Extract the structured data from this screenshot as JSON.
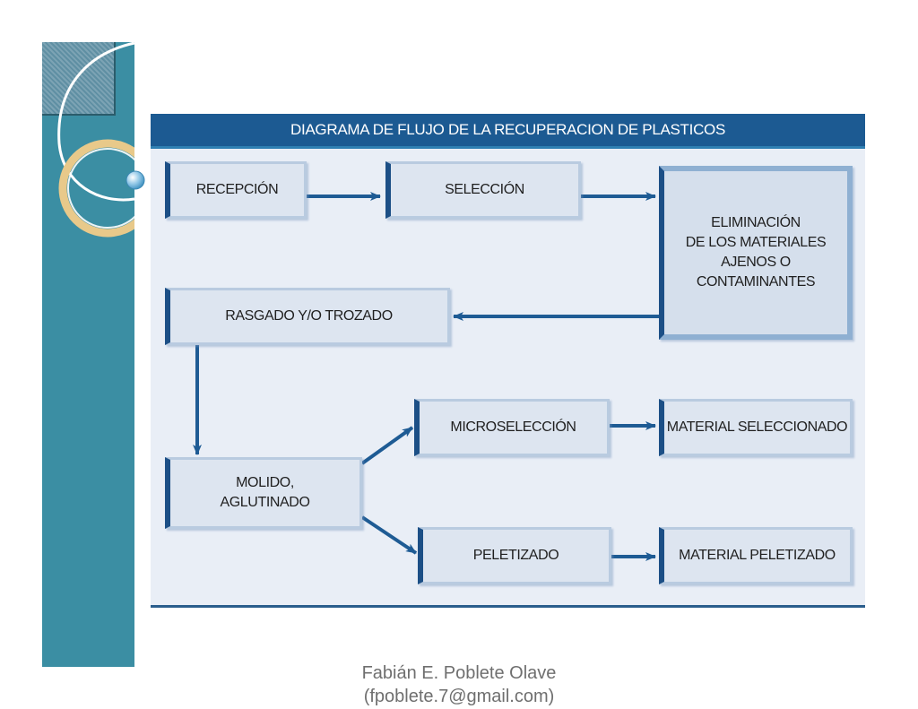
{
  "diagram": {
    "title": "DIAGRAMA DE FLUJO DE LA RECUPERACION DE PLASTICOS",
    "nodes": {
      "recepcion": "RECEPCIÓN",
      "seleccion": "SELECCIÓN",
      "eliminacion": "ELIMINACIÓN\nDE LOS MATERIALES\nAJENOS O\nCONTAMINANTES",
      "rasgado": "RASGADO  Y/O TROZADO",
      "molido": "MOLIDO,\nAGLUTINADO",
      "microseleccion": "MICROSELECCIÓN",
      "material_seleccionado": "MATERIAL SELECCIONADO",
      "peletizado": "PELETIZADO",
      "material_peletizado": "MATERIAL PELETIZADO"
    },
    "edges": [
      {
        "from": "recepcion",
        "to": "seleccion"
      },
      {
        "from": "seleccion",
        "to": "eliminacion"
      },
      {
        "from": "eliminacion",
        "to": "rasgado"
      },
      {
        "from": "rasgado",
        "to": "molido"
      },
      {
        "from": "molido",
        "to": "microseleccion"
      },
      {
        "from": "molido",
        "to": "peletizado"
      },
      {
        "from": "microseleccion",
        "to": "material_seleccionado"
      },
      {
        "from": "peletizado",
        "to": "material_peletizado"
      }
    ]
  },
  "footer": {
    "author": "Fabián E. Poblete Olave",
    "email": "(fpoblete.7@gmail.com)"
  },
  "colors": {
    "side_bar": "#3b8ea3",
    "title_bar": "#1c5a92",
    "box_accent": "#1c4f86",
    "arrow": "#1e5b94",
    "ring": "#e8c98a"
  }
}
